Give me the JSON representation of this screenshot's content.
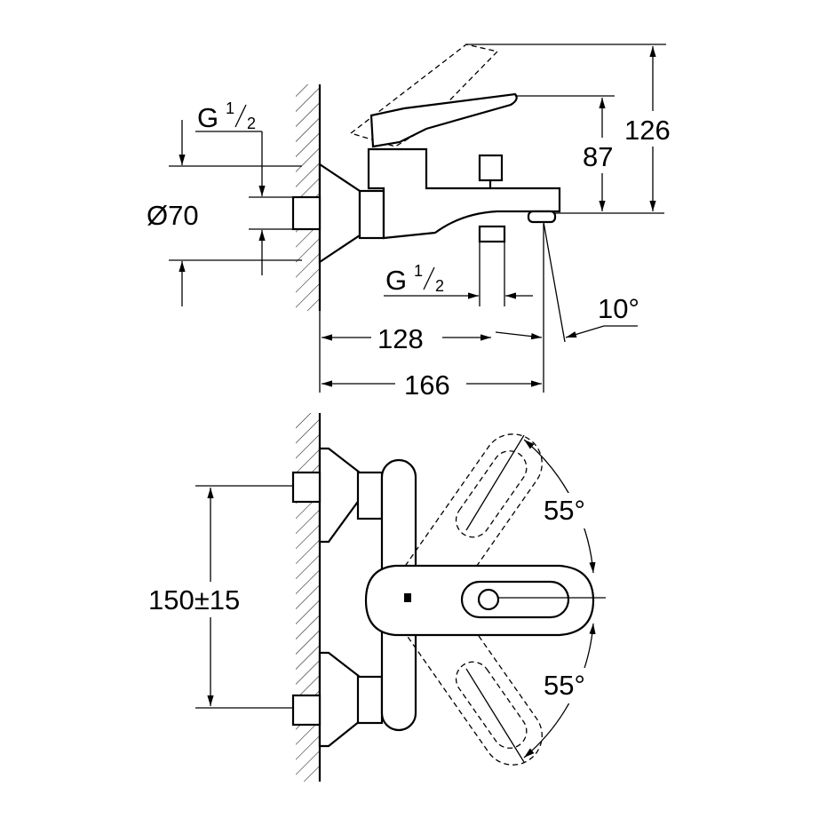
{
  "side_view": {
    "thread_top": {
      "main": "G",
      "sup": "1",
      "sub": "2"
    },
    "diameter": "Ø70",
    "height_lever": "87",
    "height_total": "126",
    "thread_bottom": {
      "main": "G",
      "sup": "1",
      "sub": "2"
    },
    "angle": "10°",
    "length_outlet": "128",
    "length_spout": "166"
  },
  "top_view": {
    "angle_up": "55°",
    "angle_down": "55°",
    "center_distance": "150±15"
  }
}
